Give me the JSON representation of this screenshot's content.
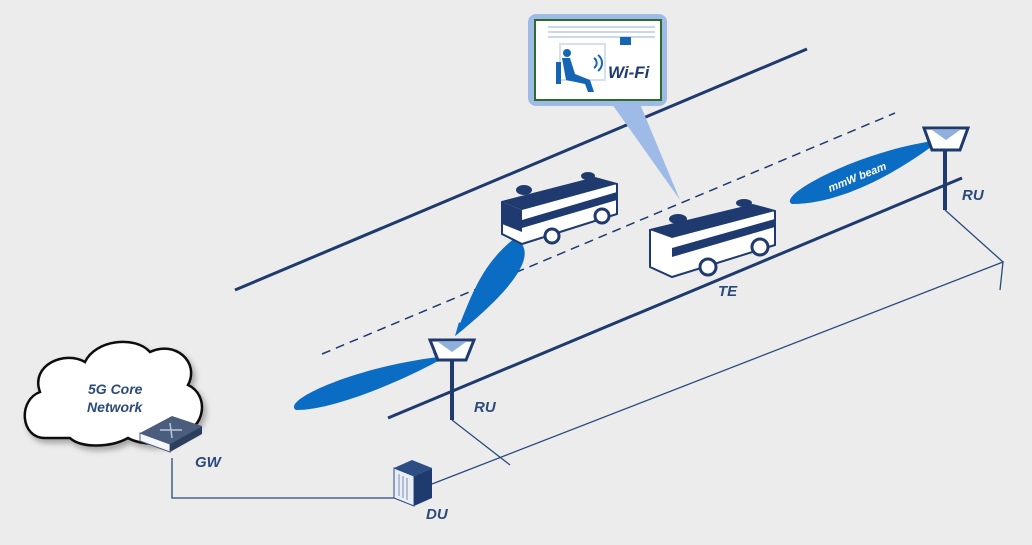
{
  "labels": {
    "cloud_line1": "5G Core",
    "cloud_line2": "Network",
    "gw": "GW",
    "du": "DU",
    "ru_left": "RU",
    "ru_right": "RU",
    "te": "TE",
    "beam": "mmW beam",
    "wifi": "Wi-Fi"
  },
  "colors": {
    "navy": "#1f3a6e",
    "beam": "#0b6cc4",
    "callout": "#9dbbe6",
    "callout_inner": "#2e6b2e"
  }
}
